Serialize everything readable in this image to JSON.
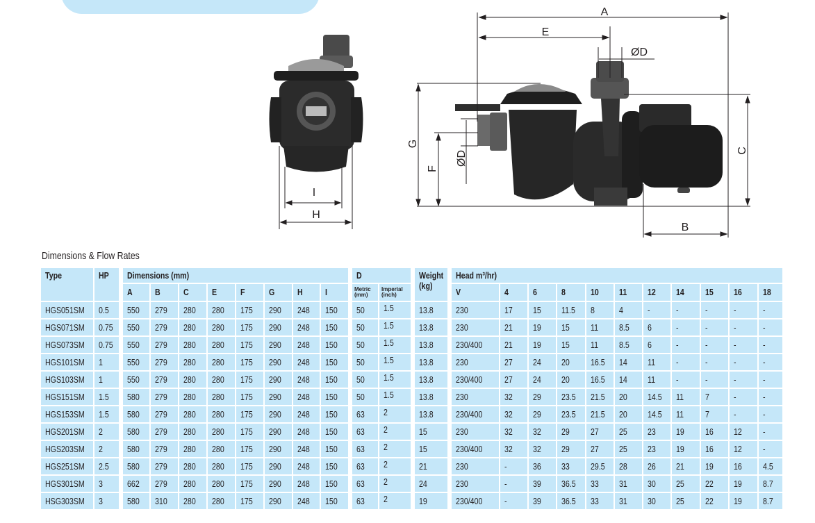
{
  "section_title": "Dimensions & Flow Rates",
  "diagram": {
    "front_labels": {
      "i": "I",
      "h": "H"
    },
    "side_labels": {
      "a": "A",
      "e": "E",
      "od_top": "ØD",
      "g": "G",
      "f": "F",
      "od_side": "ØD",
      "c": "C",
      "b": "B"
    }
  },
  "table": {
    "headers": {
      "type": "Type",
      "hp": "HP",
      "dimensions": "Dimensions (mm)",
      "d": "D",
      "weight": "Weight (kg)",
      "head": "Head m³/hr)",
      "dim_cols": [
        "A",
        "B",
        "C",
        "E",
        "F",
        "G",
        "H",
        "I"
      ],
      "d_metric": "Metric (mm)",
      "d_imperial": "Imperial (inch)",
      "v": "V",
      "head_cols": [
        "4",
        "6",
        "8",
        "10",
        "11",
        "12",
        "14",
        "15",
        "16",
        "18"
      ]
    },
    "rows": [
      {
        "type": "HGS051SM",
        "hp": "0.5",
        "dims": [
          "550",
          "279",
          "280",
          "280",
          "175",
          "290",
          "248",
          "150"
        ],
        "metric": "50",
        "imperial": "1.5",
        "weight": "13.8",
        "v": "230",
        "head": [
          "17",
          "15",
          "11.5",
          "8",
          "4",
          "-",
          "-",
          "-",
          "-",
          "-"
        ]
      },
      {
        "type": "HGS071SM",
        "hp": "0.75",
        "dims": [
          "550",
          "279",
          "280",
          "280",
          "175",
          "290",
          "248",
          "150"
        ],
        "metric": "50",
        "imperial": "1.5",
        "weight": "13.8",
        "v": "230",
        "head": [
          "21",
          "19",
          "15",
          "11",
          "8.5",
          "6",
          "-",
          "-",
          "-",
          "-"
        ]
      },
      {
        "type": "HGS073SM",
        "hp": "0.75",
        "dims": [
          "550",
          "279",
          "280",
          "280",
          "175",
          "290",
          "248",
          "150"
        ],
        "metric": "50",
        "imperial": "1.5",
        "weight": "13.8",
        "v": "230/400",
        "head": [
          "21",
          "19",
          "15",
          "11",
          "8.5",
          "6",
          "-",
          "-",
          "-",
          "-"
        ]
      },
      {
        "type": "HGS101SM",
        "hp": "1",
        "dims": [
          "550",
          "279",
          "280",
          "280",
          "175",
          "290",
          "248",
          "150"
        ],
        "metric": "50",
        "imperial": "1.5",
        "weight": "13.8",
        "v": "230",
        "head": [
          "27",
          "24",
          "20",
          "16.5",
          "14",
          "11",
          "-",
          "-",
          "-",
          "-"
        ]
      },
      {
        "type": "HGS103SM",
        "hp": "1",
        "dims": [
          "550",
          "279",
          "280",
          "280",
          "175",
          "290",
          "248",
          "150"
        ],
        "metric": "50",
        "imperial": "1.5",
        "weight": "13.8",
        "v": "230/400",
        "head": [
          "27",
          "24",
          "20",
          "16.5",
          "14",
          "11",
          "-",
          "-",
          "-",
          "-"
        ]
      },
      {
        "type": "HGS151SM",
        "hp": "1.5",
        "dims": [
          "580",
          "279",
          "280",
          "280",
          "175",
          "290",
          "248",
          "150"
        ],
        "metric": "50",
        "imperial": "1.5",
        "weight": "13.8",
        "v": "230",
        "head": [
          "32",
          "29",
          "23.5",
          "21.5",
          "20",
          "14.5",
          "11",
          "7",
          "-",
          "-"
        ]
      },
      {
        "type": "HGS153SM",
        "hp": "1.5",
        "dims": [
          "580",
          "279",
          "280",
          "280",
          "175",
          "290",
          "248",
          "150"
        ],
        "metric": "63",
        "imperial": "2",
        "weight": "13.8",
        "v": "230/400",
        "head": [
          "32",
          "29",
          "23.5",
          "21.5",
          "20",
          "14.5",
          "11",
          "7",
          "-",
          "-"
        ]
      },
      {
        "type": "HGS201SM",
        "hp": "2",
        "dims": [
          "580",
          "279",
          "280",
          "280",
          "175",
          "290",
          "248",
          "150"
        ],
        "metric": "63",
        "imperial": "2",
        "weight": "15",
        "v": "230",
        "head": [
          "32",
          "32",
          "29",
          "27",
          "25",
          "23",
          "19",
          "16",
          "12",
          "-"
        ]
      },
      {
        "type": "HGS203SM",
        "hp": "2",
        "dims": [
          "580",
          "279",
          "280",
          "280",
          "175",
          "290",
          "248",
          "150"
        ],
        "metric": "63",
        "imperial": "2",
        "weight": "15",
        "v": "230/400",
        "head": [
          "32",
          "32",
          "29",
          "27",
          "25",
          "23",
          "19",
          "16",
          "12",
          "-"
        ]
      },
      {
        "type": "HGS251SM",
        "hp": "2.5",
        "dims": [
          "580",
          "279",
          "280",
          "280",
          "175",
          "290",
          "248",
          "150"
        ],
        "metric": "63",
        "imperial": "2",
        "weight": "21",
        "v": "230",
        "head": [
          "-",
          "36",
          "33",
          "29.5",
          "28",
          "26",
          "21",
          "19",
          "16",
          "4.5"
        ]
      },
      {
        "type": "HGS301SM",
        "hp": "3",
        "dims": [
          "662",
          "279",
          "280",
          "280",
          "175",
          "290",
          "248",
          "150"
        ],
        "metric": "63",
        "imperial": "2",
        "weight": "24",
        "v": "230",
        "head": [
          "-",
          "39",
          "36.5",
          "33",
          "31",
          "30",
          "25",
          "22",
          "19",
          "8.7"
        ]
      },
      {
        "type": "HSG303SM",
        "hp": "3",
        "dims": [
          "580",
          "310",
          "280",
          "280",
          "175",
          "290",
          "248",
          "150"
        ],
        "metric": "63",
        "imperial": "2",
        "weight": "19",
        "v": "230/400",
        "head": [
          "-",
          "39",
          "36.5",
          "33",
          "31",
          "30",
          "25",
          "22",
          "19",
          "8.7"
        ]
      }
    ]
  }
}
